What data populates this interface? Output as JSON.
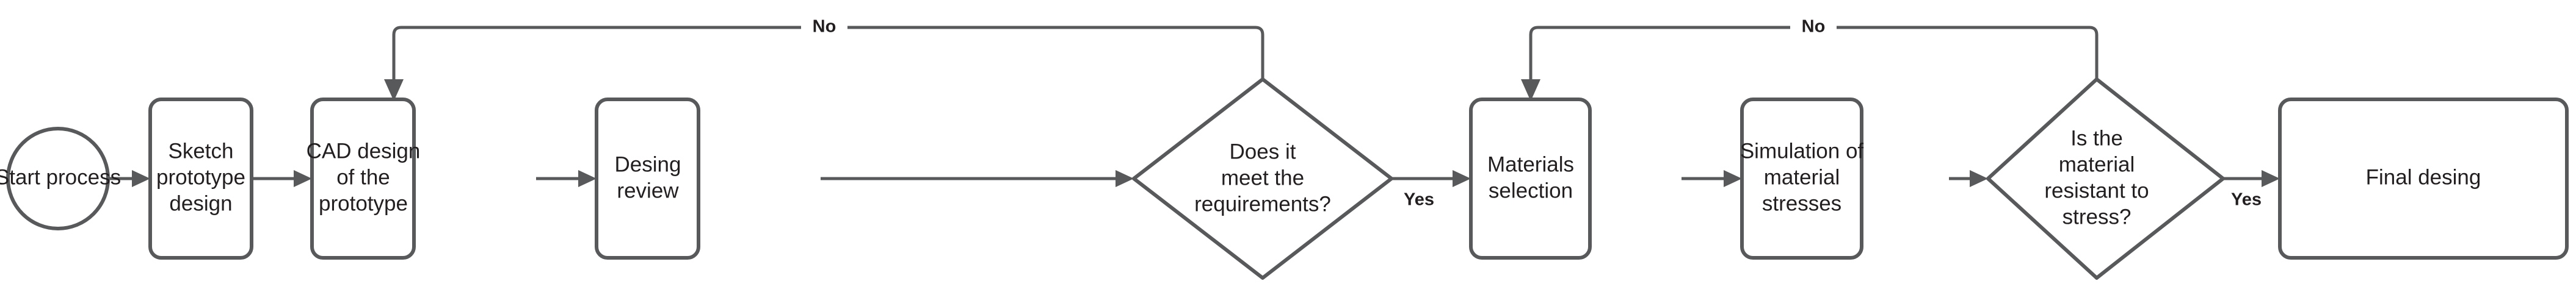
{
  "diagram": {
    "type": "flowchart",
    "orientation": "left-to-right",
    "background_color": "#ffffff",
    "stroke_color": "#58595b",
    "text_color": "#231f20",
    "nodes": [
      {
        "id": "start",
        "shape": "stadium",
        "label": "Start process",
        "lines": [
          "Start process"
        ]
      },
      {
        "id": "sketch",
        "shape": "rounded-rect",
        "label": "Sketch prototype design",
        "lines": [
          "Sketch",
          "prototype",
          "design"
        ]
      },
      {
        "id": "cad",
        "shape": "rounded-rect",
        "label": "CAD design of the prototype",
        "lines": [
          "CAD design",
          "of the",
          "prototype"
        ]
      },
      {
        "id": "review",
        "shape": "rounded-rect",
        "label": "Desing review",
        "lines": [
          "Desing",
          "review"
        ]
      },
      {
        "id": "decision1",
        "shape": "diamond",
        "label": "Does it meet the requirements?",
        "lines": [
          "Does it",
          "meet the",
          "requirements?"
        ]
      },
      {
        "id": "materials",
        "shape": "rounded-rect",
        "label": "Materials selection",
        "lines": [
          "Materials",
          "selection"
        ]
      },
      {
        "id": "simulation",
        "shape": "rounded-rect",
        "label": "Simulation of material stresses",
        "lines": [
          "Simulation of",
          "material",
          "stresses"
        ]
      },
      {
        "id": "decision2",
        "shape": "diamond",
        "label": "Is the material resistant to stress?",
        "lines": [
          "Is the",
          "material",
          "resistant to",
          "stress?"
        ]
      },
      {
        "id": "final",
        "shape": "rounded-rect",
        "label": "Final desing",
        "lines": [
          "Final desing"
        ]
      }
    ],
    "edges": [
      {
        "id": "e1",
        "from": "start",
        "to": "sketch",
        "label": ""
      },
      {
        "id": "e2",
        "from": "sketch",
        "to": "cad",
        "label": ""
      },
      {
        "id": "e3",
        "from": "cad",
        "to": "review",
        "label": ""
      },
      {
        "id": "e4",
        "from": "review",
        "to": "decision1",
        "label": ""
      },
      {
        "id": "e5",
        "from": "decision1",
        "to": "materials",
        "label": "Yes"
      },
      {
        "id": "e6",
        "from": "decision1",
        "to": "sketch",
        "label": "No"
      },
      {
        "id": "e7",
        "from": "materials",
        "to": "simulation",
        "label": ""
      },
      {
        "id": "e8",
        "from": "simulation",
        "to": "decision2",
        "label": ""
      },
      {
        "id": "e9",
        "from": "decision2",
        "to": "final",
        "label": "Yes"
      },
      {
        "id": "e10",
        "from": "decision2",
        "to": "materials",
        "label": "No"
      }
    ]
  }
}
